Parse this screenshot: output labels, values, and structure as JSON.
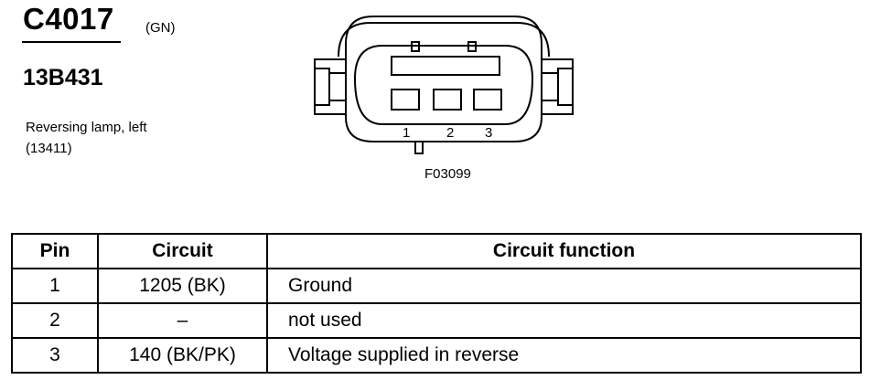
{
  "connector": {
    "id": "C4017",
    "color_code": "(GN)",
    "part_number": "13B431",
    "description_line1": "Reversing lamp, left",
    "description_line2": "(13411)"
  },
  "figure": {
    "id": "F03099",
    "pin_labels": [
      "1",
      "2",
      "3"
    ]
  },
  "table": {
    "headers": [
      "Pin",
      "Circuit",
      "Circuit function"
    ],
    "rows": [
      {
        "pin": "1",
        "circuit": "1205 (BK)",
        "function": "Ground"
      },
      {
        "pin": "2",
        "circuit": "–",
        "function": "not used"
      },
      {
        "pin": "3",
        "circuit": "140 (BK/PK)",
        "function": "Voltage supplied in reverse"
      }
    ]
  }
}
